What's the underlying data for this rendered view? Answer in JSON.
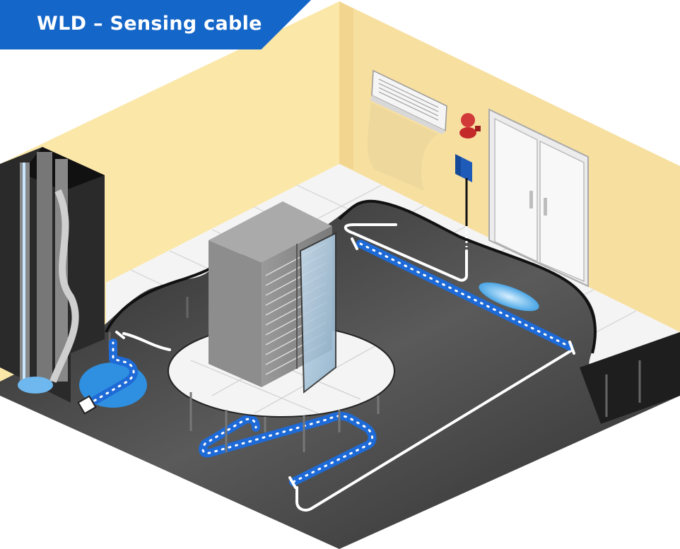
{
  "title": "WLD – Sensing cable",
  "colors": {
    "banner": "#1466c8",
    "wall": "#fbe7a8",
    "subfloor": "#3c3c3c",
    "tile": "#ffffff",
    "sensing_cable": "#1e6ad6",
    "leader_cable": "#ffffff",
    "water": "#7fc4ee"
  },
  "components": [
    "air-conditioner",
    "fire-alarm-bell",
    "leak-detection-controller",
    "double-door",
    "server-rack",
    "pipes",
    "raised-floor",
    "sensing-cable",
    "leader-cable",
    "end-terminator"
  ]
}
